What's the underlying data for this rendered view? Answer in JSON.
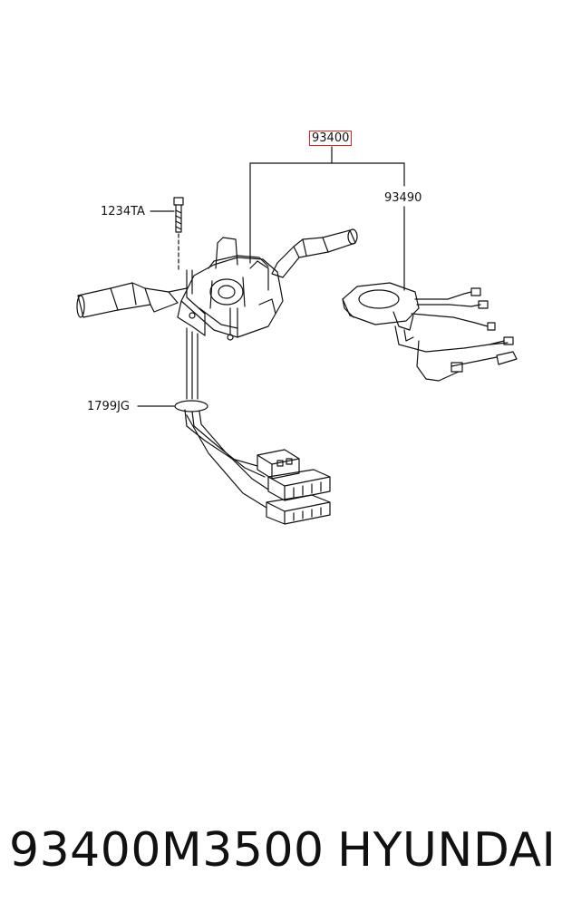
{
  "labels": {
    "assembly": "93400",
    "clock_spring": "93490",
    "bolt": "1234TA",
    "clip": "1799JG"
  },
  "caption": {
    "part_number": "93400M3500",
    "brand": "HYUNDAI"
  },
  "colors": {
    "highlight_border": "#e2231a",
    "line": "#111111"
  }
}
